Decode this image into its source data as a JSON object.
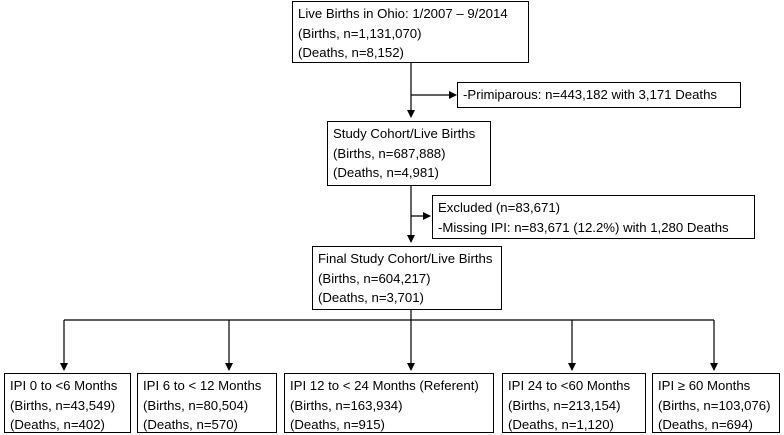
{
  "top": {
    "title": "Live Births in Ohio: 1/2007 – 9/2014",
    "births": "(Births, n=1,131,070)",
    "deaths": "(Deaths, n=8,152)"
  },
  "exclusion1": {
    "text": "-Primiparous: n=443,182 with 3,171 Deaths"
  },
  "study_cohort": {
    "title": "Study Cohort/Live Births",
    "births": "(Births, n=687,888)",
    "deaths": "(Deaths, n=4,981)"
  },
  "exclusion2": {
    "line1": "Excluded (n=83,671)",
    "line2": "-Missing IPI: n=83,671 (12.2%) with 1,280 Deaths"
  },
  "final_cohort": {
    "title": "Final Study Cohort/Live Births",
    "births": "(Births, n=604,217)",
    "deaths": "(Deaths, n=3,701)"
  },
  "groups": [
    {
      "title": "IPI 0 to <6 Months",
      "births": "(Births, n=43,549)",
      "deaths": "(Deaths, n=402)"
    },
    {
      "title": "IPI 6 to < 12 Months",
      "births": "(Births, n=80,504)",
      "deaths": "(Deaths, n=570)"
    },
    {
      "title": "IPI 12 to < 24 Months (Referent)",
      "births": "(Births, n=163,934)",
      "deaths": "(Deaths, n=915)"
    },
    {
      "title": "IPI 24 to <60 Months",
      "births": "(Births, n=213,154)",
      "deaths": "(Deaths, n=1,120)"
    },
    {
      "title": "IPI ≥ 60 Months",
      "births": "(Births, n=103,076)",
      "deaths": "(Deaths, n=694)"
    }
  ]
}
